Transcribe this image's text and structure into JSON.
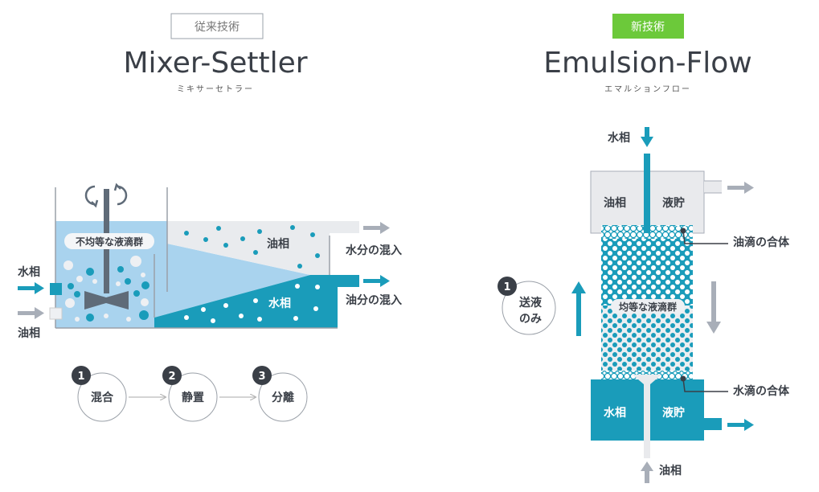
{
  "left": {
    "badge": "従来技術",
    "title": "Mixer-Settler",
    "subtitle": "ミキサーセトラー",
    "drop_label": "不均等な液滴群",
    "oil_phase": "油相",
    "water_phase": "水相",
    "inlet_water": "水相",
    "inlet_oil": "油相",
    "outlet_water_mix": "水分の混入",
    "outlet_oil_mix": "油分の混入",
    "steps": [
      {
        "number": "1",
        "label": "混合"
      },
      {
        "number": "2",
        "label": "静置"
      },
      {
        "number": "3",
        "label": "分離"
      }
    ]
  },
  "right": {
    "badge": "新技術",
    "title": "Emulsion-Flow",
    "subtitle": "エマルションフロー",
    "water_in": "水相",
    "oil_in": "油相",
    "top_oil": "油相",
    "top_reservoir": "液貯",
    "bottom_water": "水相",
    "bottom_reservoir": "液貯",
    "drop_label": "均等な液滴群",
    "oil_coalesce": "油滴の合体",
    "water_coalesce": "水滴の合体",
    "step": {
      "number": "1",
      "line1": "送液",
      "line2": "のみ"
    }
  },
  "colors": {
    "teal": "#1a9cba",
    "light_blue": "#a9d3ee",
    "gray": "#e9eaed",
    "green": "#6cc93a",
    "dark": "#3a3f47",
    "arrow_gray": "#a8aeb8"
  }
}
